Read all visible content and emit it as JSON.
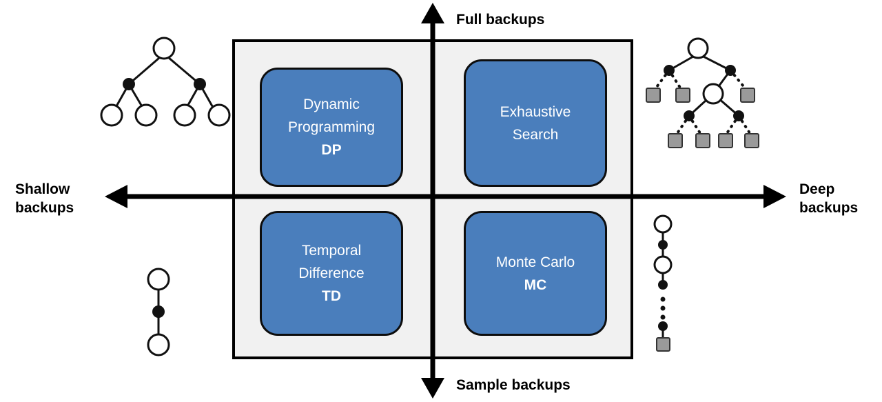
{
  "diagram": {
    "title": "Reinforcement learning backup dimensions quadrant",
    "colors": {
      "box_fill": "#4a7ebc",
      "box_stroke": "#0d0d0d",
      "panel_fill": "#f1f1f1",
      "panel_stroke": "#000000",
      "text_on_box": "#ffffff",
      "axis": "#000000",
      "node_open_fill": "#ffffff",
      "node_filled_fill": "#000000",
      "terminal_square_fill": "#999999"
    },
    "axes": {
      "vertical": {
        "top_label": "Full backups",
        "bottom_label": "Sample backups",
        "arrow_up": true,
        "arrow_down": true
      },
      "horizontal": {
        "left_label": "Shallow\nbackups",
        "right_label": "Deep\nbackups",
        "arrow_left": true,
        "arrow_right": true
      }
    },
    "quadrants": [
      {
        "id": "dp",
        "position": "top-left",
        "lines": [
          "Dynamic",
          "Programming"
        ],
        "abbr": "DP",
        "backup_type": "full + shallow",
        "icon_name": "shallow-full-backup-tree-icon"
      },
      {
        "id": "es",
        "position": "top-right",
        "lines": [
          "Exhaustive",
          "Search"
        ],
        "abbr": "",
        "backup_type": "full + deep",
        "icon_name": "deep-full-backup-tree-icon"
      },
      {
        "id": "td",
        "position": "bottom-left",
        "lines": [
          "Temporal",
          "Difference"
        ],
        "abbr": "TD",
        "backup_type": "sample + shallow",
        "icon_name": "shallow-sample-backup-chain-icon"
      },
      {
        "id": "mc",
        "position": "bottom-right",
        "lines": [
          "Monte Carlo"
        ],
        "abbr": "MC",
        "backup_type": "sample + deep",
        "icon_name": "deep-sample-backup-chain-icon"
      }
    ]
  }
}
